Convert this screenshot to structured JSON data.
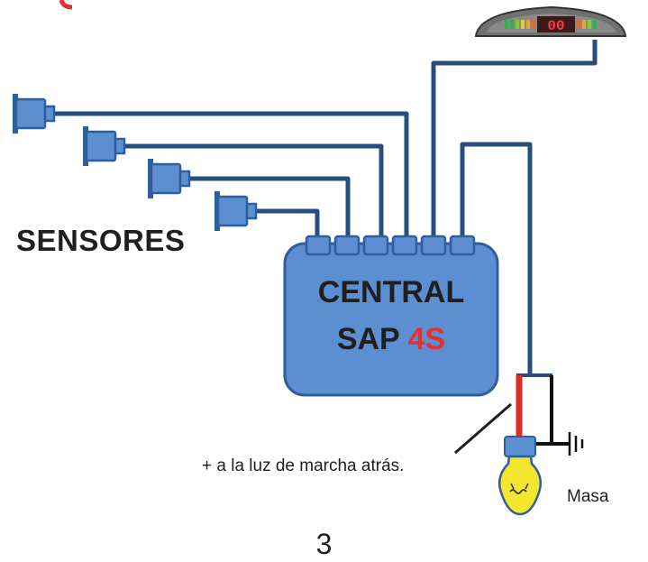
{
  "labels": {
    "sensores": "SENSORES",
    "central_line1": "CENTRAL",
    "central_line2_prefix": "SAP ",
    "central_line2_accent": "4S",
    "reverse_light": "+ a la luz de marcha atrás.",
    "ground": "Masa",
    "page_number": "3"
  },
  "display": {
    "digits": "00"
  },
  "colors": {
    "box_fill": "#5b8fd2",
    "box_stroke": "#2f5e9c",
    "wire": "#2a4d80",
    "positive_wire": "#e02b2b",
    "ground_wire": "#111111",
    "accent": "#e53030",
    "bulb": "#f3e62e"
  }
}
